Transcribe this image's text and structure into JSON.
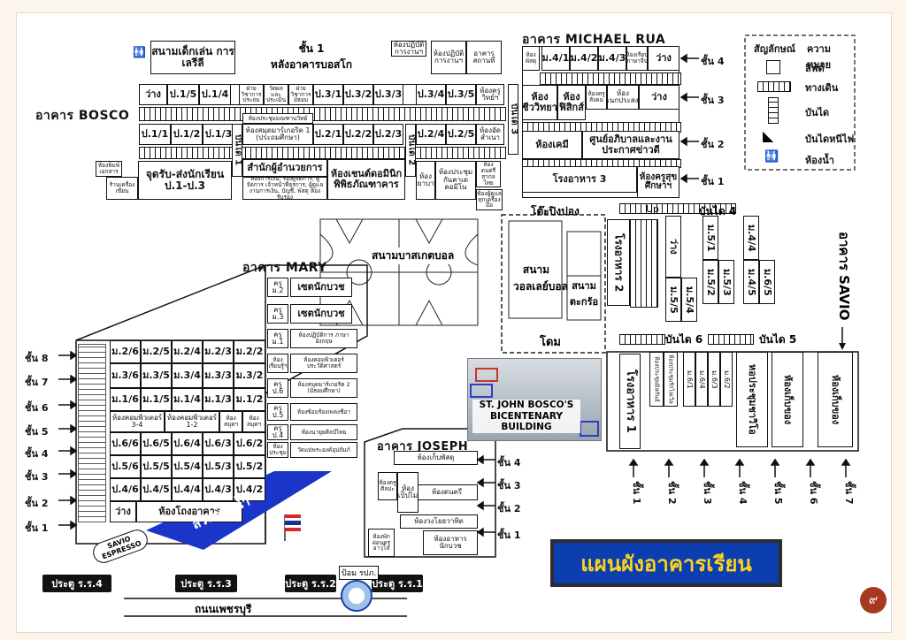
{
  "bosco": {
    "title": "อาคาร BOSCO",
    "playground": "สนามเด็กเล่น การเลรีลี",
    "floor1_note_a": "ชั้น 1",
    "floor1_note_b": "หลังอาคารบอสโก",
    "practice_a": "ห้องปฏิบัติการงานฯ",
    "practice_b": "ห้องปฏิบัติการงานฯ",
    "building_station": "อาคารสถานที่",
    "row3": [
      "ว่าง",
      "ป.1/5",
      "ป.1/4",
      "ฝ่ายวิชาการประถม",
      "ห้องงานวัดผลและประเมินผล",
      "ฝ่ายวิชาการมัธยม",
      "ป.3/1",
      "ป.3/2",
      "ป.3/3",
      "ป.3/4",
      "ป.3/5",
      "ห้องครูวิทย์ฯ"
    ],
    "row2": [
      "ป.1/1",
      "ป.1/2",
      "ป.1/3",
      "ห้องประชุมมณฑานวิทย์",
      "ห้องสมุดมาร์เกอริต 1 (ประถมศึกษา)",
      "ป.2/1",
      "ป.2/2",
      "ป.2/3",
      "ป.2/4",
      "ป.2/5",
      "ห้องอัดสำเนา"
    ],
    "row1": [
      "ห้องพิมพ์เอกสาร",
      "ร้านเครื่องเขียน",
      "จุดรับ-ส่งนักเรียน ป.1-ป.3",
      "สำนักผู้อำนวยการ",
      "ห้องการเงิน, รองผู้จัดการ, ผู้จัดการ เจ้าหน้าที่ธุรการ, ผู้ดูแล งานการเงิน, บัญชี, พัสดุ ห้องรับรอง",
      "ห้องเชนต์ดอมินิก พิพิธภัณฑาคาร",
      "ห้องพยาบาล",
      "ห้องประชุมกันคาเด ดอมิโน",
      "ห้องดนตรีสากลไทย",
      "ห้องผู้ดูแลทุกเครื่องมือ"
    ],
    "stair1": "บันได 1",
    "stair2": "บันได 2",
    "stair3": "บันได 3",
    "pingpong": "โต๊ะปิงปอง"
  },
  "rua": {
    "title": "อาคาร MICHAEL RUA",
    "f4": [
      "ห้องพัสดุ",
      "ม.4/1",
      "ม.4/2",
      "ม.4/3",
      "ห้องเรียนภาษาจีน",
      "ว่าง"
    ],
    "f3": [
      "ห้องชีววิทยา",
      "ห้องฟิสิกส์",
      "ห้องครูสังคม",
      "ห้องอเนกประสงค์",
      "ว่าง"
    ],
    "f2": [
      "ห้องเคมี",
      "ศูนย์อภิบาลและงานประกาศข่าวดี"
    ],
    "f1": [
      "โรงอาหาร 3",
      "ห้องครูสุขศึกษาฯ"
    ],
    "floors": [
      "ชั้น 4",
      "ชั้น 3",
      "ชั้น 2",
      "ชั้น 1"
    ]
  },
  "legend": {
    "title_a": "สัญลักษณ์",
    "title_b": "ความหมาย",
    "lift": "ลิฟต์",
    "walkway": "ทางเดิน",
    "stairs": "บันได",
    "fire_stairs": "บันไดหนีไฟ",
    "toilet": "ห้องน้ำ"
  },
  "courts": {
    "basketball": "สนามบาสเกตบอล",
    "volleyball": "สนามวอลเลย์บอล",
    "takraw": "สนามตะกร้อ",
    "dome": "โดม"
  },
  "mary": {
    "title": "อาคาร MARY",
    "left_face": [
      [
        "ม.2/6",
        "ม.2/5",
        "ม.2/4",
        "ม.2/3",
        "ม.2/2"
      ],
      [
        "ม.3/6",
        "ม.3/5",
        "ม.3/4",
        "ม.3/3",
        "ม.3/2"
      ],
      [
        "ม.1/6",
        "ม.1/5",
        "ม.1/4",
        "ม.1/3",
        "ม.1/2"
      ],
      [
        "ห้องคอมพิวเตอร์ 3-4",
        "ห้องคอมพิวเตอร์ 1-2",
        "ห้องสมุดฯ",
        "ห้องสมุดฯ"
      ],
      [
        "ป.6/6",
        "ป.6/5",
        "ป.6/4",
        "ป.6/3",
        "ป.6/2"
      ],
      [
        "ป.5/6",
        "ป.5/5",
        "ป.5/4",
        "ป.5/3",
        "ป.5/2"
      ],
      [
        "ป.4/6",
        "ป.4/5",
        "ป.4/4",
        "ป.4/3",
        "ป.4/2"
      ],
      [
        "ว่าง",
        "ห้องโถงอาคาร"
      ]
    ],
    "right_face": [
      "ครู ม.2",
      "ครู ม.3",
      "ครู ม.1",
      "ห้องเรียนรู้ฯ",
      "ครู ป.6",
      "ครู ป.5",
      "ครู ป.4",
      "ห้องประชุม"
    ],
    "right_labels": [
      "เซตนักบวช",
      "เซตนักบวช",
      "ห้องปฏิบัติการ ภาษาอังกฤษ",
      "ห้องคอมพิวเตอร์ ประวัติศาสตร์",
      "ห้องสมุดมาร์เกอริต 2 (มัธยมศึกษา)",
      "ห้องซ้อมร้องเพลงชีอา",
      "ห้องนายุยศิลป์ไทย",
      "วัดแม่พระองค์อุปถัมภ์"
    ],
    "floors": [
      "ชั้น 8",
      "ชั้น 7",
      "ชั้น 6",
      "ชั้น 5",
      "ชั้น 4",
      "ชั้น 3",
      "ชั้น 2",
      "ชั้น 1"
    ],
    "pool": "สระว่ายน้ำ",
    "espresso": "SAVIO ESPRESSO"
  },
  "joseph": {
    "title": "อาคาร JOSEPH",
    "f4": "ห้องเก็บพัสดุ",
    "f3a": "ห้องครูศิลปะ",
    "f3b": "ห้องดนตรี",
    "f2a": "ห้องเป็ปไม",
    "f1": "ห้องวงโยธวาทิต",
    "f0a": "ห้องพักผ่อนครูอาวุโส",
    "f0b": "ห้องอาหารนักบวช",
    "floors": [
      "ชั้น 4",
      "ชั้น 3",
      "ชั้น 2",
      "ชั้น 1"
    ]
  },
  "bicentenary": "ST. JOHN BOSCO'S BICENTENARY BUILDING",
  "savio": {
    "title": "อาคาร SAVIO",
    "hall2": "โรงอาหาร 2",
    "hall1": "โรงอาหาร 1",
    "upper_cols": [
      "ว่าง",
      "ม.5/5",
      "ม.5/4",
      "ม.5/1",
      "ม.5/2",
      "ม.5/3",
      "ม.4/4",
      "ม.4/5",
      "ม.6/5"
    ],
    "lower_cols": [
      "ห้องประชุมมิลกันธ์",
      "ห้องประชุมรักไลเวิล",
      "ม.6/1",
      "ม.6/4",
      "ม.6/3",
      "ม.6/2",
      "หอประชุมชาวิโอ",
      "ห้องเก็บของ",
      "ห้องเก็บของ"
    ],
    "stair4": "บันได 4",
    "stair5": "บันได 5",
    "stair6": "บันได 6",
    "floors": [
      "ชั้น 1",
      "ชั้น 2",
      "ชั้น 3",
      "ชั้น 4",
      "ชั้น 5",
      "ชั้น 6",
      "ชั้น 7"
    ],
    "up": "Up"
  },
  "gates": [
    "ประตู ร.ร.4",
    "ประตู ร.ร.3",
    "ประตู ร.ร.2",
    "ประตู ร.ร.1"
  ],
  "guard": "ป้อม รปภ.",
  "road": "ถนนเพชรบุรี",
  "page_title": "แผนผังอาคารเรียน",
  "page_number": "๙",
  "colors": {
    "pool": "#1b35c8",
    "title_bg": "#0b3fb0",
    "title_text": "#ffd21a",
    "page_num_bg": "#a6391f"
  }
}
